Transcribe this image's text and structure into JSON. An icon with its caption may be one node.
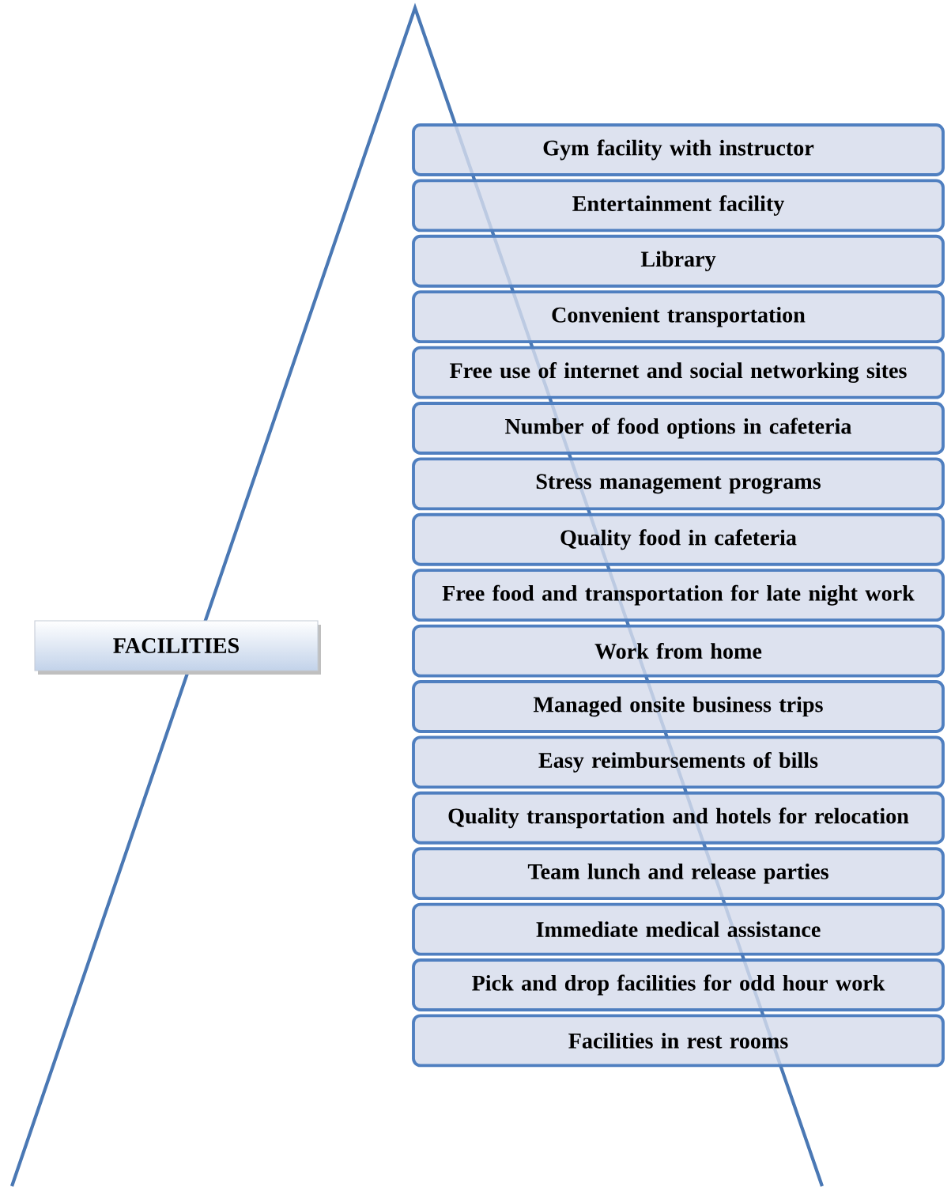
{
  "diagram": {
    "nodes": [
      {
        "text": [
          "FACILITIES"
        ]
      },
      {
        "text": [
          "Gym facility with instructor"
        ]
      },
      {
        "text": [
          "Entertainment facility"
        ]
      },
      {
        "text": [
          "Library"
        ]
      },
      {
        "text": [
          "Convenient transportation"
        ]
      },
      {
        "text": [
          "Free use of internet and social networking sites"
        ]
      },
      {
        "text": [
          "Number of food options in cafeteria"
        ]
      },
      {
        "text": [
          "Stress management programs"
        ]
      },
      {
        "text": [
          "Quality food in cafeteria"
        ]
      },
      {
        "text": [
          "Free food and transportation for late night work"
        ]
      },
      {
        "text": [
          "Work from home"
        ]
      },
      {
        "text": [
          "Managed onsite business trips"
        ]
      },
      {
        "text": [
          "Easy reimbursements of bills"
        ]
      },
      {
        "text": [
          "Quality transportation and hotels for relocation"
        ]
      },
      {
        "text": [
          "Team lunch and release parties"
        ]
      },
      {
        "text": [
          "Immediate medical assistance"
        ]
      },
      {
        "text": [
          "Pick and drop facilities for odd hour work"
        ]
      },
      {
        "text": [
          "Facilities in rest rooms"
        ]
      }
    ]
  }
}
